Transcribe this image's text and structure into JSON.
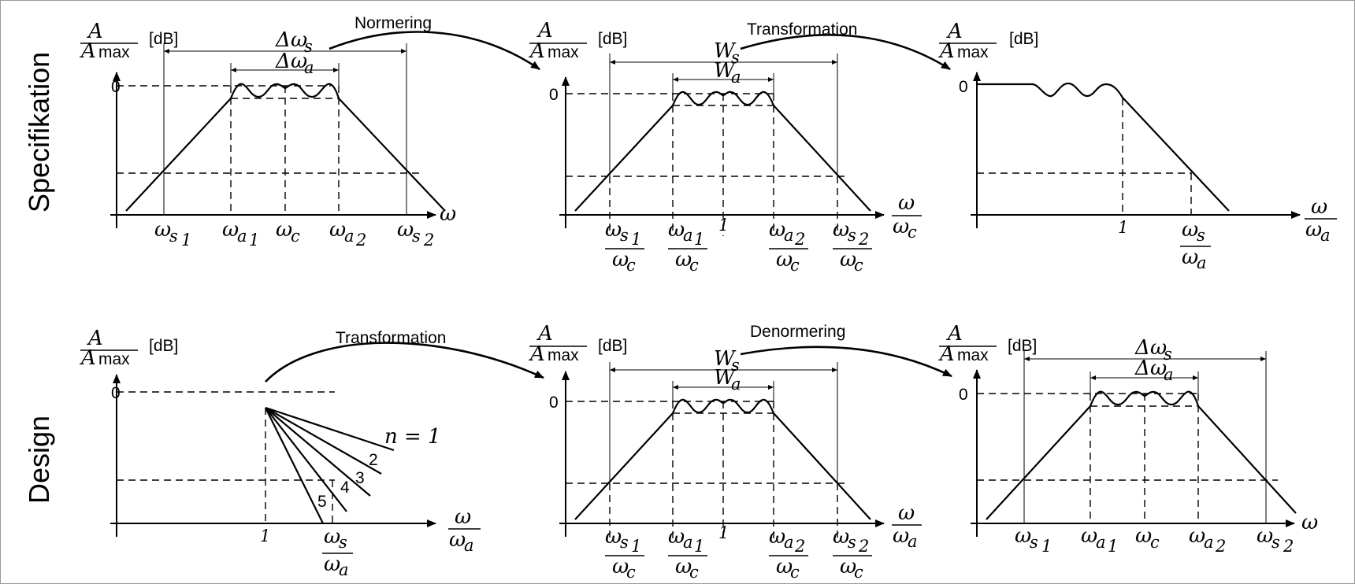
{
  "rows": {
    "top": "Specifikation",
    "bottom": "Design"
  },
  "y_label": {
    "num": "A",
    "den": "A",
    "den_sub": "max",
    "unit": "[dB]",
    "zero": "0"
  },
  "arcs": {
    "a1": "Normering",
    "a2": "Transformation",
    "a3": "Transformation",
    "a4": "Denormering"
  },
  "symbols": {
    "omega": "ω",
    "delta": "Δ",
    "W": "W",
    "s": "s",
    "a": "a",
    "c": "c",
    "one_sub": "1",
    "two_sub": "2",
    "one": "1"
  },
  "design_orders": {
    "n_eq": "n = 1",
    "o2": "2",
    "o3": "3",
    "o4": "4",
    "o5": "5"
  }
}
